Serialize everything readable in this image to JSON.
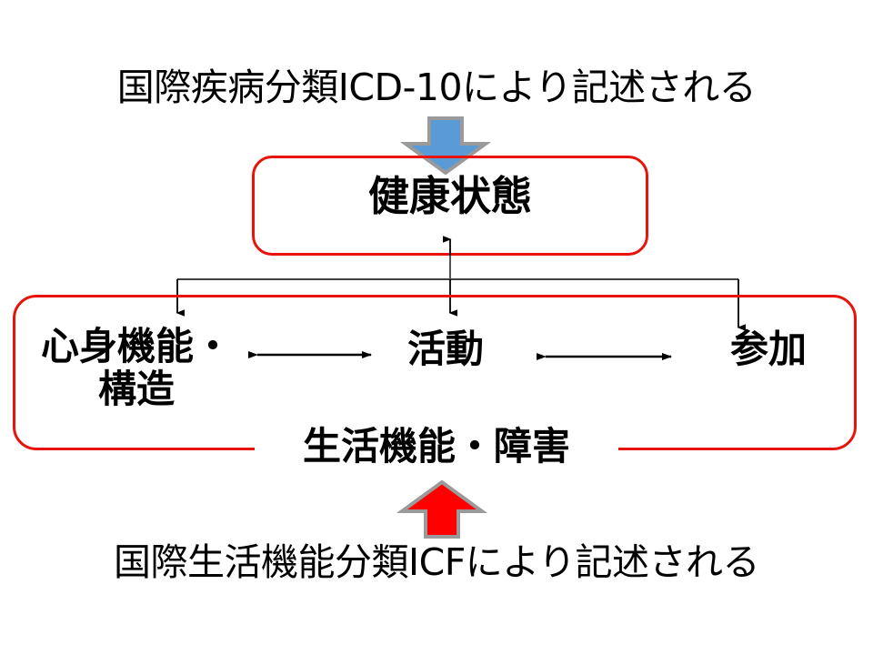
{
  "diagram": {
    "title_top": "国際疾病分類ICD-10により記述される",
    "title_bottom": "国際生活機能分類ICFにより記述される",
    "nodes": {
      "health_condition": "健康状態",
      "body_functions_line1": "心身機能・",
      "body_functions_line2": "構造",
      "activity": "活動",
      "participation": "参加",
      "functioning_disability": "生活機能・障害"
    },
    "arrows": {
      "icd_arrow": "down-block-arrow",
      "icf_arrow": "up-block-arrow",
      "health_to_domains": "branching-down-arrows",
      "body_activity_link": "double-headed-arrow",
      "activity_participation_link": "double-headed-arrow"
    },
    "colors": {
      "box_border": "#e8130b",
      "icd_arrow_fill": "#5b9bd5",
      "icd_arrow_outline": "#808080",
      "icf_arrow_fill": "#ff0000",
      "icf_arrow_outline": "#808080",
      "connector_line": "#000000",
      "text": "#000000",
      "background": "#ffffff"
    }
  }
}
